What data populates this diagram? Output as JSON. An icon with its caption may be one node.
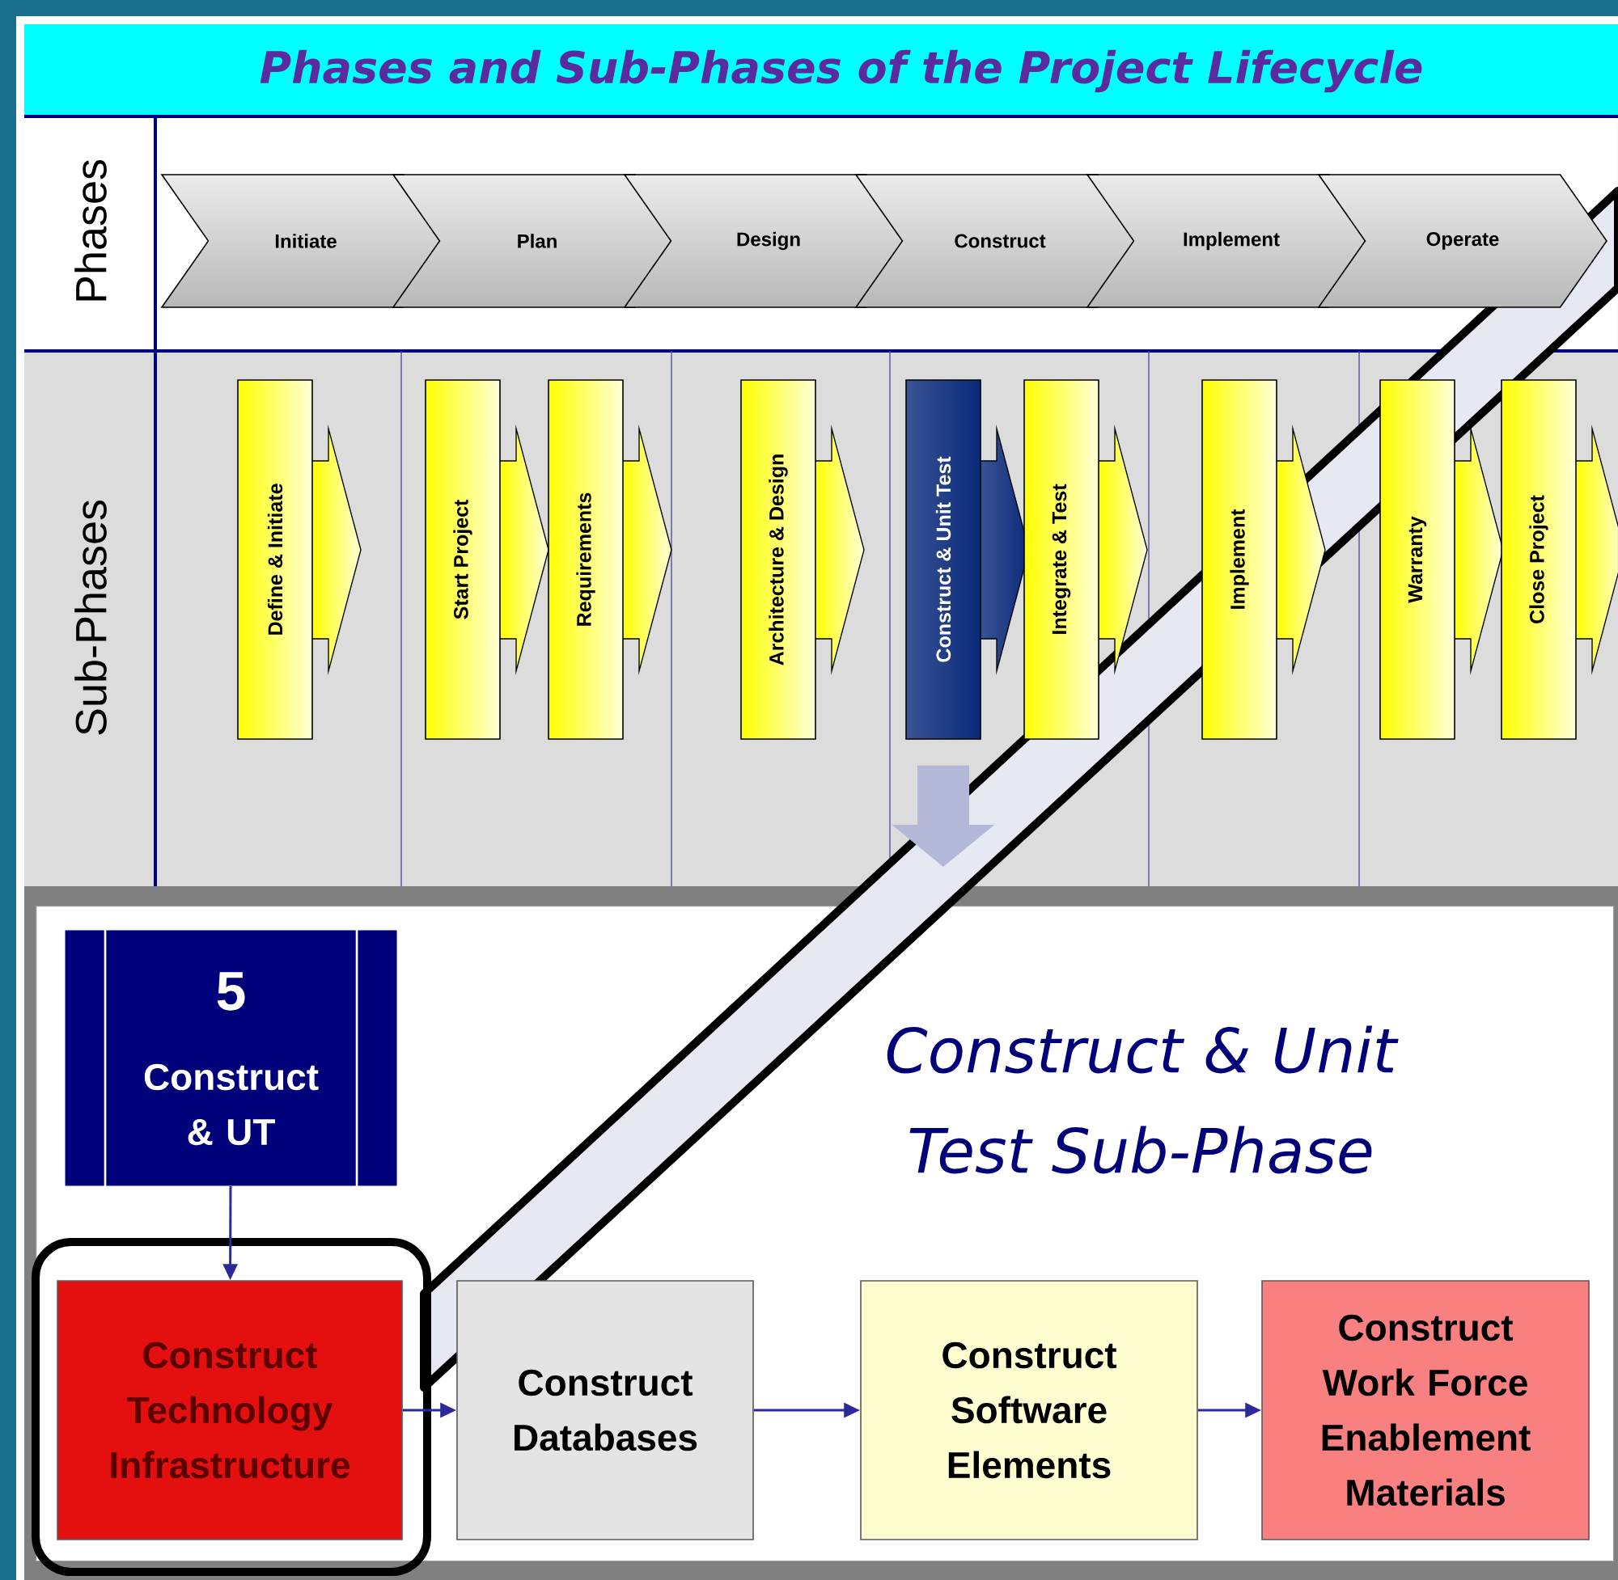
{
  "diagram": {
    "title": "Phases and Sub-Phases of the Project Lifecycle",
    "nodes": [
      {
        "text": [
          "Initiate"
        ]
      },
      {
        "text": [
          "Plan"
        ]
      },
      {
        "text": [
          "Design"
        ]
      },
      {
        "text": [
          "Construct"
        ]
      },
      {
        "text": [
          "Implement"
        ]
      },
      {
        "text": [
          "Operate"
        ]
      },
      {
        "text": [
          "Define & Initiate"
        ]
      },
      {
        "text": [
          "Start Project"
        ]
      },
      {
        "text": [
          "Requirements"
        ]
      },
      {
        "text": [
          "Architecture & Design"
        ]
      },
      {
        "text": [
          "Construct & Unit Test"
        ]
      },
      {
        "text": [
          "Integrate & Test"
        ]
      },
      {
        "text": [
          "Implement"
        ]
      },
      {
        "text": [
          "Warranty"
        ]
      },
      {
        "text": [
          "Close Project"
        ]
      },
      {
        "text": [
          "Construct & Unit Test Sub-Phase"
        ]
      },
      {
        "text": [
          "5",
          "Construct & UT"
        ],
        "in": 15
      },
      {
        "text": [
          "Construct Technology Infrastructure"
        ],
        "in": 15
      },
      {
        "text": [
          "Construct Databases"
        ],
        "in": 15
      },
      {
        "text": [
          "Construct Software Elements"
        ],
        "in": 15
      },
      {
        "text": [
          "Construct Work Force Enablement Materials"
        ],
        "in": 15
      }
    ],
    "edges": [
      {
        "from": 10,
        "to": 15,
        "arrow": "to",
        "style": "thick",
        "color": "#b4b8d8"
      },
      {
        "from": 16,
        "to": 17,
        "arrow": "to"
      },
      {
        "from": 17,
        "to": 18,
        "arrow": "to"
      },
      {
        "from": 18,
        "to": 19,
        "arrow": "to"
      },
      {
        "from": 19,
        "to": 20,
        "arrow": "to"
      }
    ],
    "labels": [
      "Phases",
      "Sub-Phases"
    ]
  }
}
